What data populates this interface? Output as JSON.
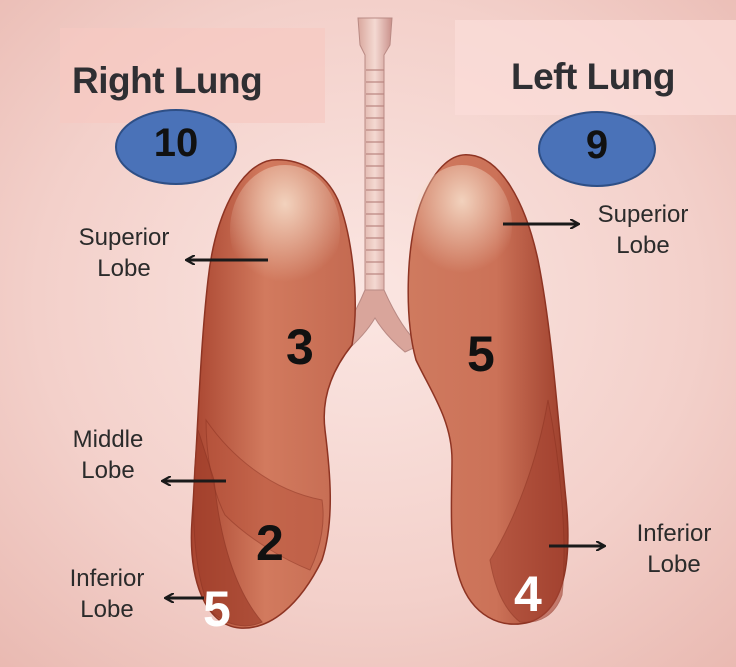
{
  "right_lung": {
    "title": "Right Lung",
    "total": "10",
    "lobes": {
      "superior": {
        "line1": "Superior",
        "line2": "Lobe",
        "segments": "3"
      },
      "middle": {
        "line1": "Middle",
        "line2": "Lobe",
        "segments": "2"
      },
      "inferior": {
        "line1": "Inferior",
        "line2": "Lobe",
        "segments": "5"
      }
    }
  },
  "left_lung": {
    "title": "Left Lung",
    "total": "9",
    "lobes": {
      "superior": {
        "line1": "Superior",
        "line2": "Lobe",
        "segments": "5"
      },
      "inferior": {
        "line1": "Inferior",
        "line2": "Lobe",
        "segments": "4"
      }
    }
  },
  "colors": {
    "background": "#f5d5cf",
    "badge_fill": "#4a72b8",
    "badge_border": "#2e4f86",
    "lung_base": "#c9644a",
    "arrow": "#1a1a1a"
  }
}
